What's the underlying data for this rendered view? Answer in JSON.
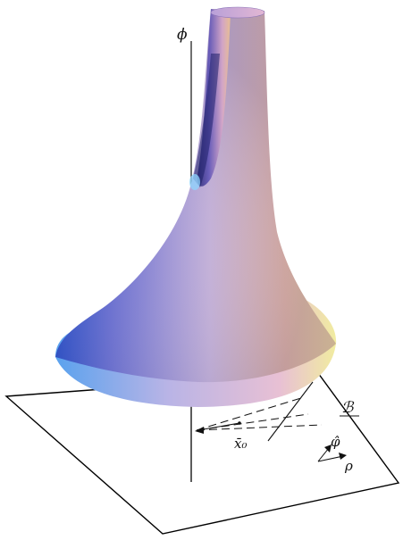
{
  "labels": {
    "axis_phi": "ϕ",
    "boundary": "ℬ",
    "point": "x̄₀",
    "dir_phi": "φ̂",
    "dir_rho": "ρ"
  },
  "colors": {
    "surface_left": "#1f3fb4",
    "surface_mid": "#b9a8d8",
    "surface_right": "#e7b38e",
    "surface_rim": "#f1f0a2",
    "base_outline": "#000000",
    "line_color": "#111111"
  }
}
